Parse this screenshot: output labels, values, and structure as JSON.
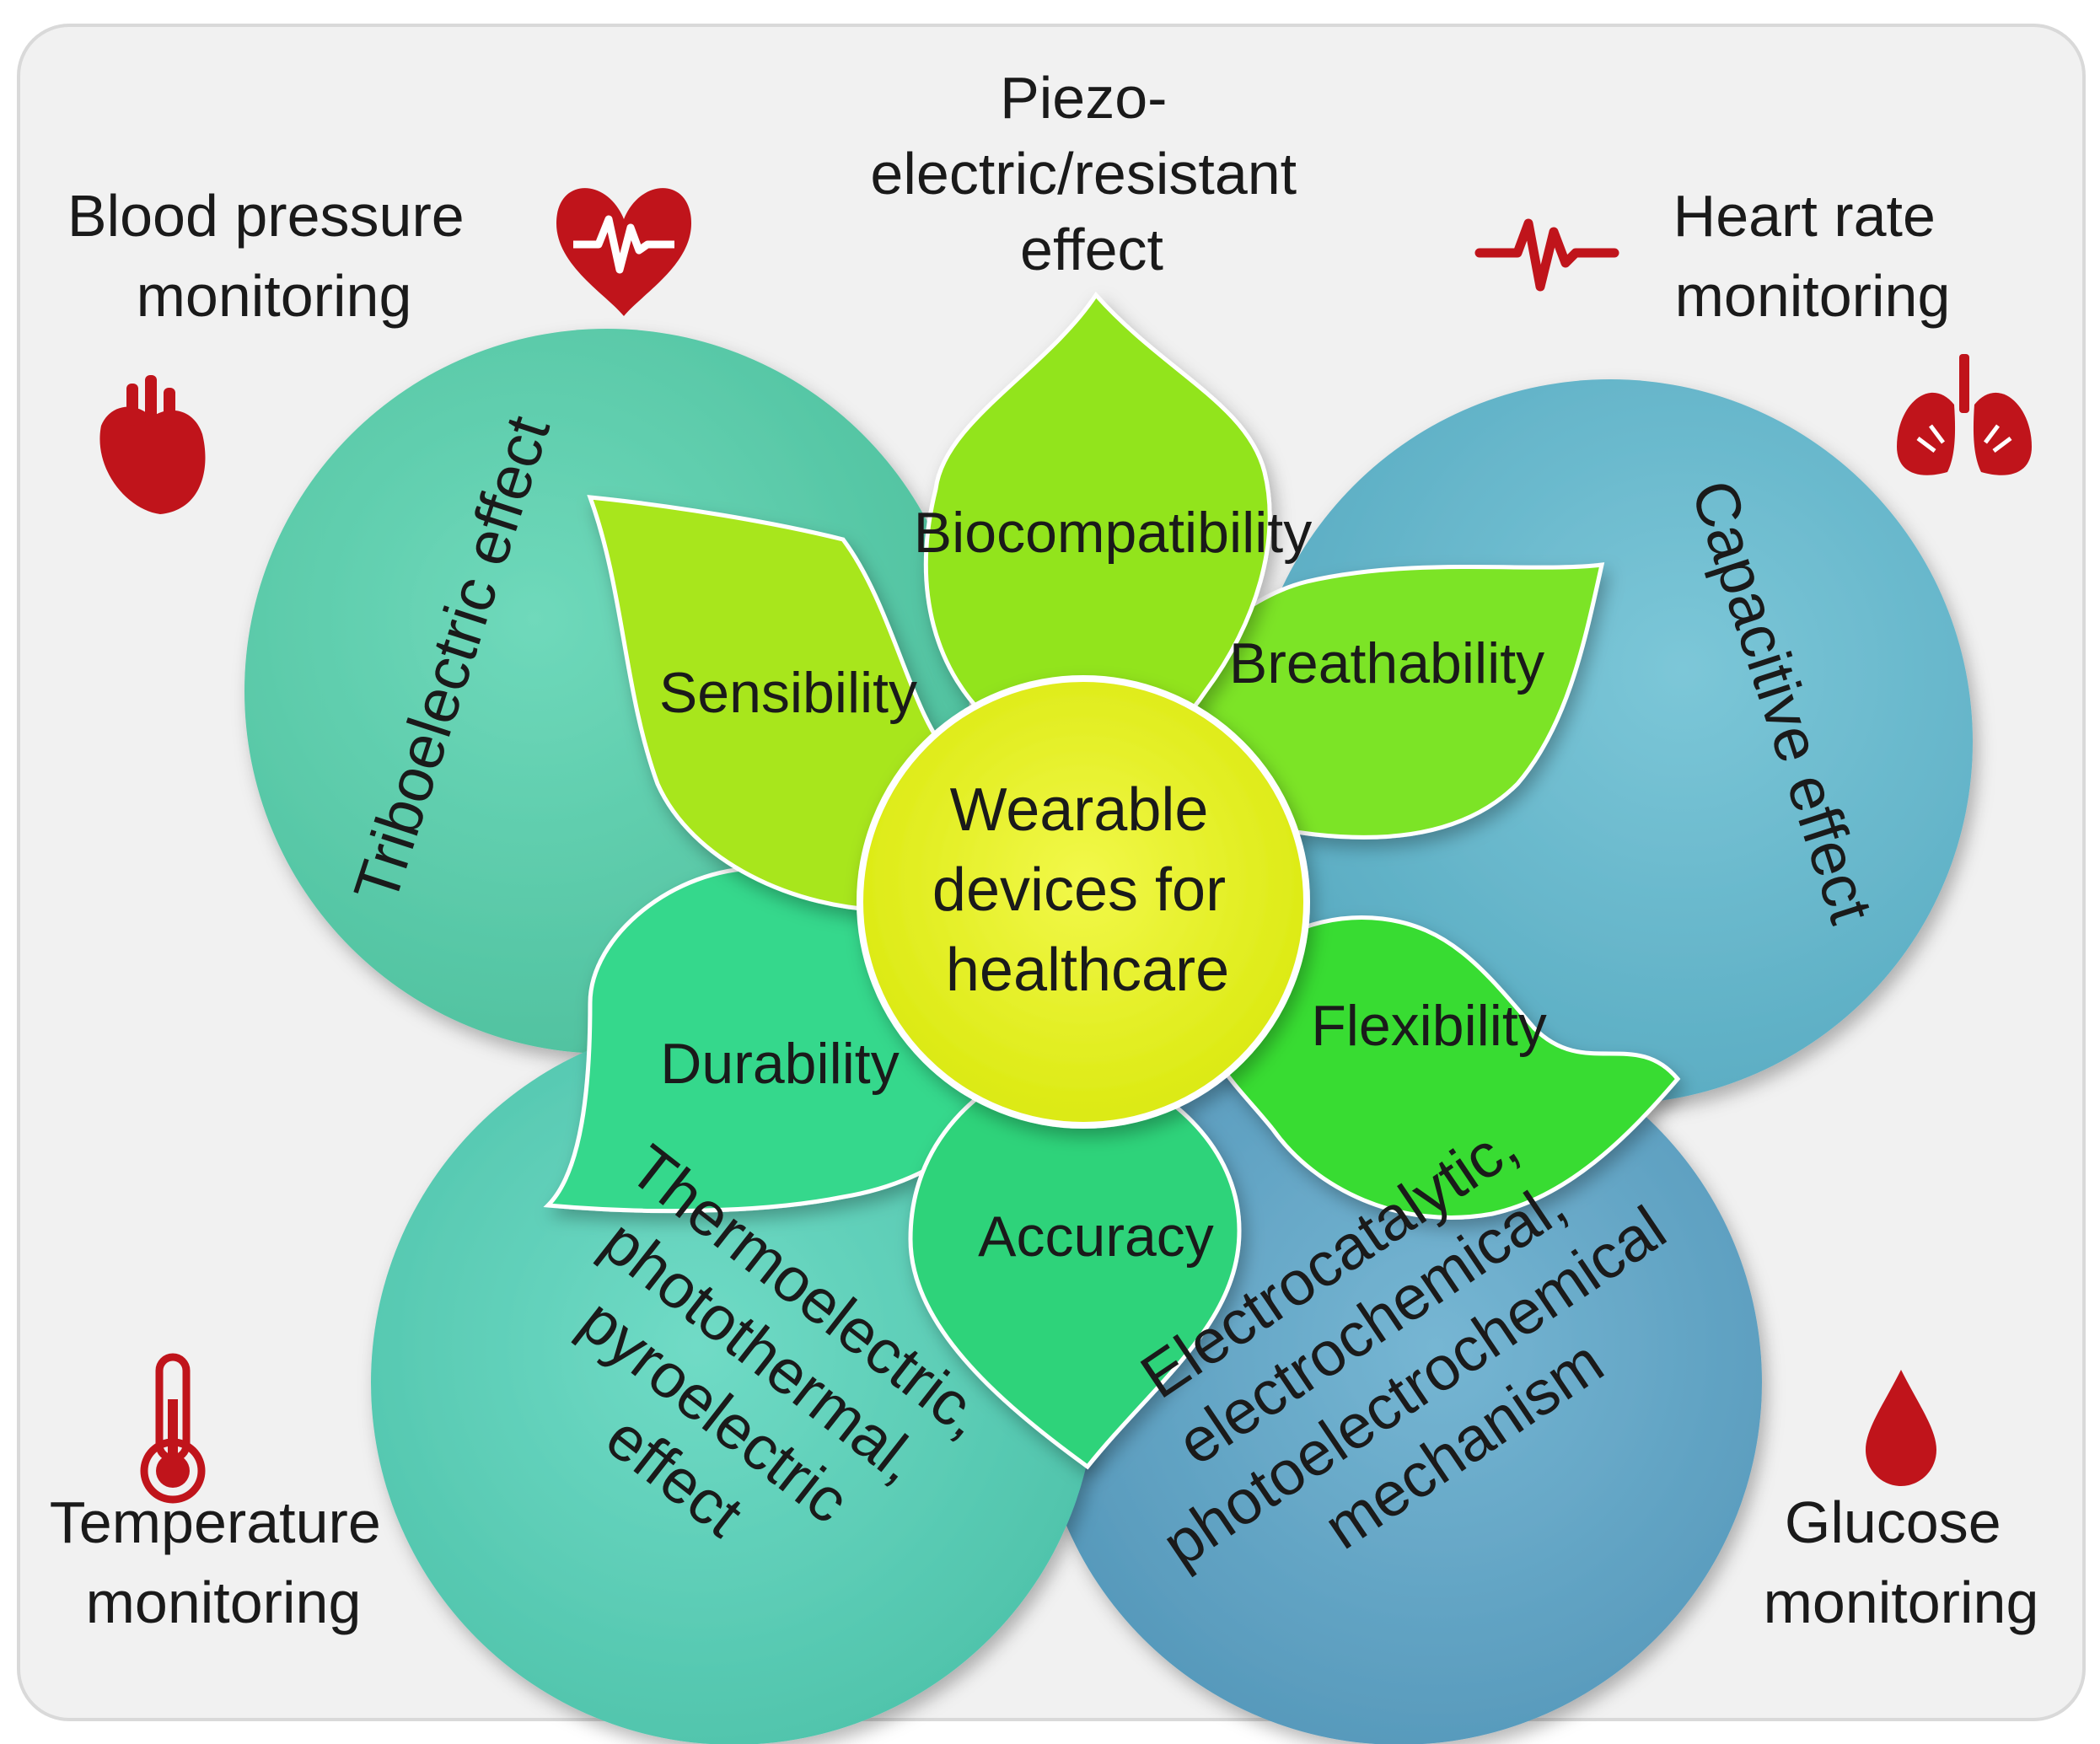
{
  "center": {
    "lines": [
      "Wearable",
      "devices for",
      "healthcare"
    ]
  },
  "mechanisms": {
    "top": [
      "Piezo-",
      "electric/resistant",
      "effect"
    ],
    "left": "Triboelectric effect",
    "right": "Capacitive effect",
    "bottom_left": [
      "Thermoelectric,",
      "photothermal,",
      "pyroelectric",
      "effect"
    ],
    "bottom_right": [
      "Electrocatalytic,",
      "electrochemical,",
      "photoelectrochemical",
      "mechanism"
    ]
  },
  "properties": {
    "biocompatibility": "Biocompatibility",
    "breathability": "Breathability",
    "flexibility": "Flexibility",
    "accuracy": "Accuracy",
    "durability": "Durability",
    "sensibility": "Sensibility"
  },
  "applications": {
    "blood_pressure": [
      "Blood pressure",
      "monitoring"
    ],
    "heart_rate": [
      "Heart rate",
      "monitoring"
    ],
    "temperature": [
      "Temperature",
      "monitoring"
    ],
    "glucose": [
      "Glucose",
      "monitoring"
    ]
  },
  "icons": {
    "blood_pressure": "heart-ecg-icon",
    "heart_rate": "pulse-wave-icon",
    "heart_organ": "anatomical-heart-icon",
    "lungs": "lungs-icon",
    "temperature": "thermometer-icon",
    "glucose": "blood-drop-icon"
  },
  "colors": {
    "icon_red": "#c0141b",
    "center_fill": "#e8f21a",
    "lobe_left": "#5fcfae",
    "lobe_right": "#6dbcd0",
    "lobe_bottom_left": "#5fd0b8",
    "lobe_bottom_right": "#66a9c9"
  }
}
